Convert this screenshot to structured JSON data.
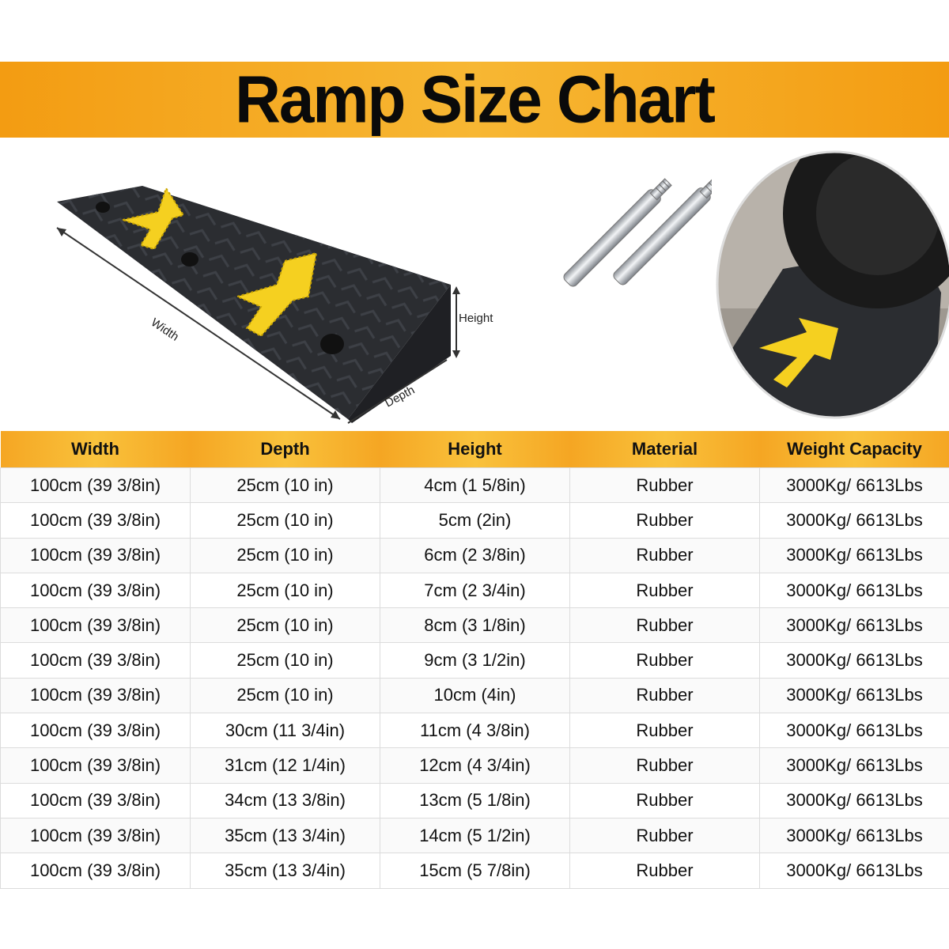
{
  "header": {
    "title": "Ramp Size Chart"
  },
  "diagram": {
    "width_label": "Width",
    "height_label": "Height",
    "depth_label": "Depth"
  },
  "table": {
    "columns": [
      "Width",
      "Depth",
      "Height",
      "Material",
      "Weight Capacity"
    ],
    "rows": [
      [
        "100cm (39 3/8in)",
        "25cm (10 in)",
        "4cm (1 5/8in)",
        "Rubber",
        "3000Kg/ 6613Lbs"
      ],
      [
        "100cm (39 3/8in)",
        "25cm (10 in)",
        "5cm (2in)",
        "Rubber",
        "3000Kg/ 6613Lbs"
      ],
      [
        "100cm (39 3/8in)",
        "25cm (10 in)",
        "6cm (2 3/8in)",
        "Rubber",
        "3000Kg/ 6613Lbs"
      ],
      [
        "100cm (39 3/8in)",
        "25cm (10 in)",
        "7cm (2 3/4in)",
        "Rubber",
        "3000Kg/ 6613Lbs"
      ],
      [
        "100cm (39 3/8in)",
        "25cm (10 in)",
        "8cm (3 1/8in)",
        "Rubber",
        "3000Kg/ 6613Lbs"
      ],
      [
        "100cm (39 3/8in)",
        "25cm (10 in)",
        "9cm (3 1/2in)",
        "Rubber",
        "3000Kg/ 6613Lbs"
      ],
      [
        "100cm (39 3/8in)",
        "25cm (10 in)",
        "10cm (4in)",
        "Rubber",
        "3000Kg/ 6613Lbs"
      ],
      [
        "100cm (39 3/8in)",
        "30cm (11 3/4in)",
        "11cm (4 3/8in)",
        "Rubber",
        "3000Kg/ 6613Lbs"
      ],
      [
        "100cm (39 3/8in)",
        "31cm (12 1/4in)",
        "12cm (4 3/4in)",
        "Rubber",
        "3000Kg/ 6613Lbs"
      ],
      [
        "100cm (39 3/8in)",
        "34cm (13 3/8in)",
        "13cm (5 1/8in)",
        "Rubber",
        "3000Kg/ 6613Lbs"
      ],
      [
        "100cm (39 3/8in)",
        "35cm (13 3/4in)",
        "14cm (5 1/2in)",
        "Rubber",
        "3000Kg/ 6613Lbs"
      ],
      [
        "100cm (39 3/8in)",
        "35cm (13 3/4in)",
        "15cm (5 7/8in)",
        "Rubber",
        "3000Kg/ 6613Lbs"
      ]
    ]
  },
  "colors": {
    "banner": "#f39c12",
    "ramp_body": "#2b2d31",
    "arrow": "#f5d020"
  }
}
